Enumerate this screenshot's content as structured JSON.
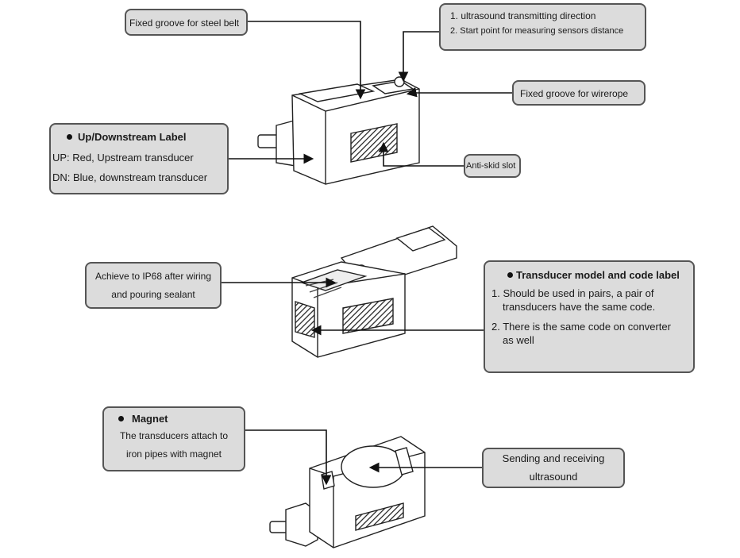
{
  "diagram": {
    "views": [
      {
        "id": "top-view",
        "description": "Transducer assembly, side view with clamps"
      },
      {
        "id": "middle-view",
        "description": "Transducer with open wiring cavity"
      },
      {
        "id": "bottom-view",
        "description": "Transducer bottom face with sensing window"
      }
    ],
    "callouts": {
      "steel_belt": {
        "text": "Fixed groove for steel belt"
      },
      "ultrasound_direction": {
        "lines": [
          "1. ultrasound transmitting direction",
          "2. Start point for measuring sensors distance"
        ]
      },
      "wirerope": {
        "text": "Fixed groove for wirerope"
      },
      "up_down_label": {
        "title": "Up/Downstream Label",
        "lines": [
          "UP: Red, Upstream transducer",
          "DN: Blue, downstream transducer"
        ]
      },
      "anti_skid": {
        "text": "Anti-skid slot"
      },
      "ip68": {
        "lines": [
          "Achieve to IP68 after wiring",
          "and pouring sealant"
        ]
      },
      "model_code": {
        "title": "Transducer model and code label",
        "items": [
          {
            "line1": "1. Should be used in pairs, a pair of",
            "line2": "transducers have the same code."
          },
          {
            "line1": "2. There is the same code on converter",
            "line2": "as well"
          }
        ]
      },
      "magnet": {
        "title": "Magnet",
        "lines": [
          "The transducers attach to",
          "iron pipes with magnet"
        ]
      },
      "sending_receiving": {
        "lines": [
          "Sending and receiving",
          "ultrasound"
        ]
      }
    }
  }
}
